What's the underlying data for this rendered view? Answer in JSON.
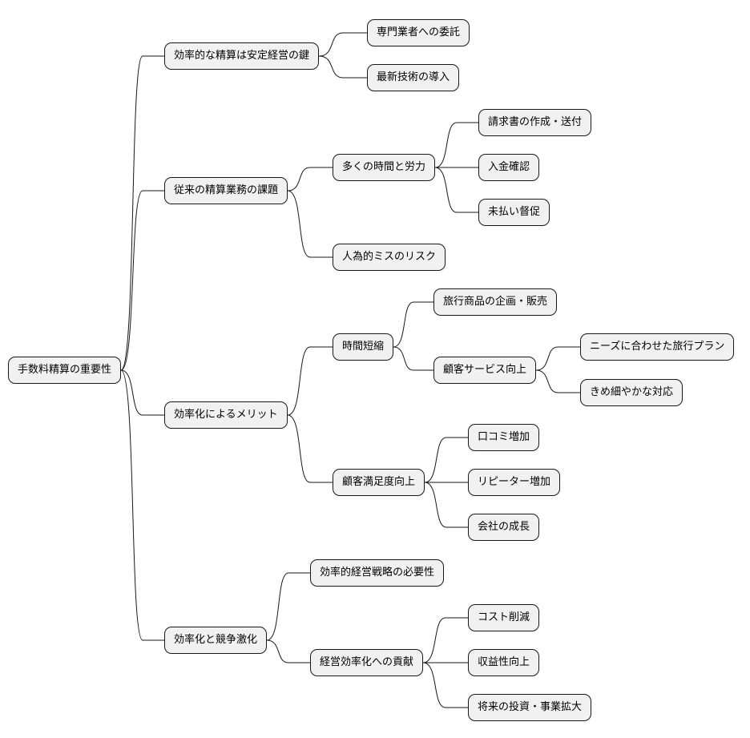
{
  "mindmap": {
    "root": {
      "label": "手数料精算の重要性",
      "children": [
        {
          "label": "効率的な精算は安定経営の鍵",
          "children": [
            {
              "label": "専門業者への委託"
            },
            {
              "label": "最新技術の導入"
            }
          ]
        },
        {
          "label": "従来の精算業務の課題",
          "children": [
            {
              "label": "多くの時間と労力",
              "children": [
                {
                  "label": "請求書の作成・送付"
                },
                {
                  "label": "入金確認"
                },
                {
                  "label": "未払い督促"
                }
              ]
            },
            {
              "label": "人為的ミスのリスク"
            }
          ]
        },
        {
          "label": "効率化によるメリット",
          "children": [
            {
              "label": "時間短縮",
              "children": [
                {
                  "label": "旅行商品の企画・販売"
                },
                {
                  "label": "顧客サービス向上",
                  "children": [
                    {
                      "label": "ニーズに合わせた旅行プラン"
                    },
                    {
                      "label": "きめ細やかな対応"
                    }
                  ]
                }
              ]
            },
            {
              "label": "顧客満足度向上",
              "children": [
                {
                  "label": "口コミ増加"
                },
                {
                  "label": "リピーター増加"
                },
                {
                  "label": "会社の成長"
                }
              ]
            }
          ]
        },
        {
          "label": "効率化と競争激化",
          "children": [
            {
              "label": "効率的経営戦略の必要性"
            },
            {
              "label": "経営効率化への貢献",
              "children": [
                {
                  "label": "コスト削減"
                },
                {
                  "label": "収益性向上"
                },
                {
                  "label": "将来の投資・事業拡大"
                }
              ]
            }
          ]
        }
      ]
    }
  }
}
